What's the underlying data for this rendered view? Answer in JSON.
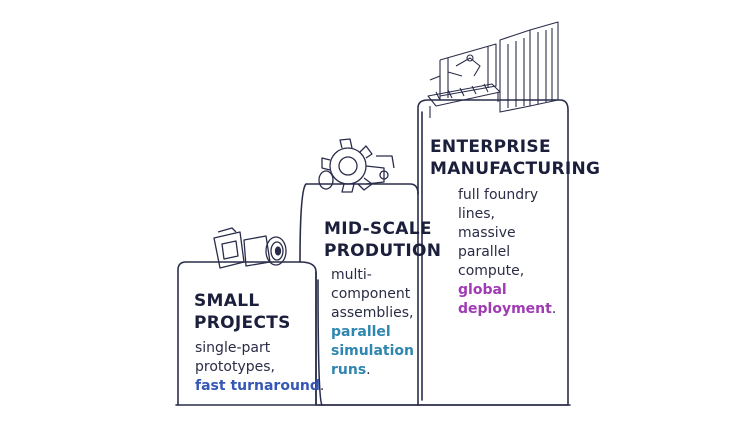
{
  "colors": {
    "line": "#2a2d4a",
    "accent_blue": "#3557b5",
    "accent_teal": "#2f86b0",
    "accent_magenta": "#a03ab5"
  },
  "steps": [
    {
      "title_line1": "SMALL",
      "title_line2": "PROJECTS",
      "body_lines": [
        "single-part",
        "prototypes,"
      ],
      "highlight": "fast turnaround",
      "highlight_suffix": ".",
      "icon": "camera-icon"
    },
    {
      "title_line1": "MID-SCALE",
      "title_line2": "PRODUTION",
      "body_lines": [
        "multi-",
        "component",
        "assemblies,"
      ],
      "highlight_lines": [
        "parallel",
        "simulation",
        "runs"
      ],
      "highlight_suffix": ".",
      "icon": "gear-assembly-icon"
    },
    {
      "title_line1": "ENTERPRISE",
      "title_line2": "MANUFACTURING",
      "body_lines": [
        "full foundry",
        "lines,",
        "massive",
        "parallel",
        "compute,"
      ],
      "highlight_lines": [
        "global",
        "deployment"
      ],
      "highlight_suffix": ".",
      "icon": "factory-line-icon"
    }
  ]
}
